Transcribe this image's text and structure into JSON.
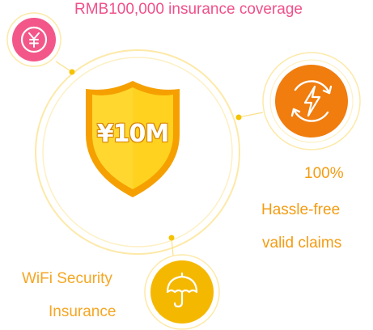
{
  "header": {
    "coverage_text": "RMB100,000 insurance coverage"
  },
  "shield": {
    "amount": "¥10M"
  },
  "right_feature": {
    "line1": "100%",
    "line2": "Hassle-free",
    "line3": "valid claims"
  },
  "left_feature": {
    "line1": "WiFi Security",
    "line2": "Insurance"
  },
  "icons": {
    "top_left": "yuan-coin-icon",
    "right": "lightning-refresh-icon",
    "bottom": "umbrella-icon",
    "center": "shield-icon"
  },
  "colors": {
    "pink": "#f0508a",
    "orange": "#f07d0e",
    "gold": "#f5b800",
    "text_orange": "#f39c12",
    "ring": "#fbe08a"
  }
}
